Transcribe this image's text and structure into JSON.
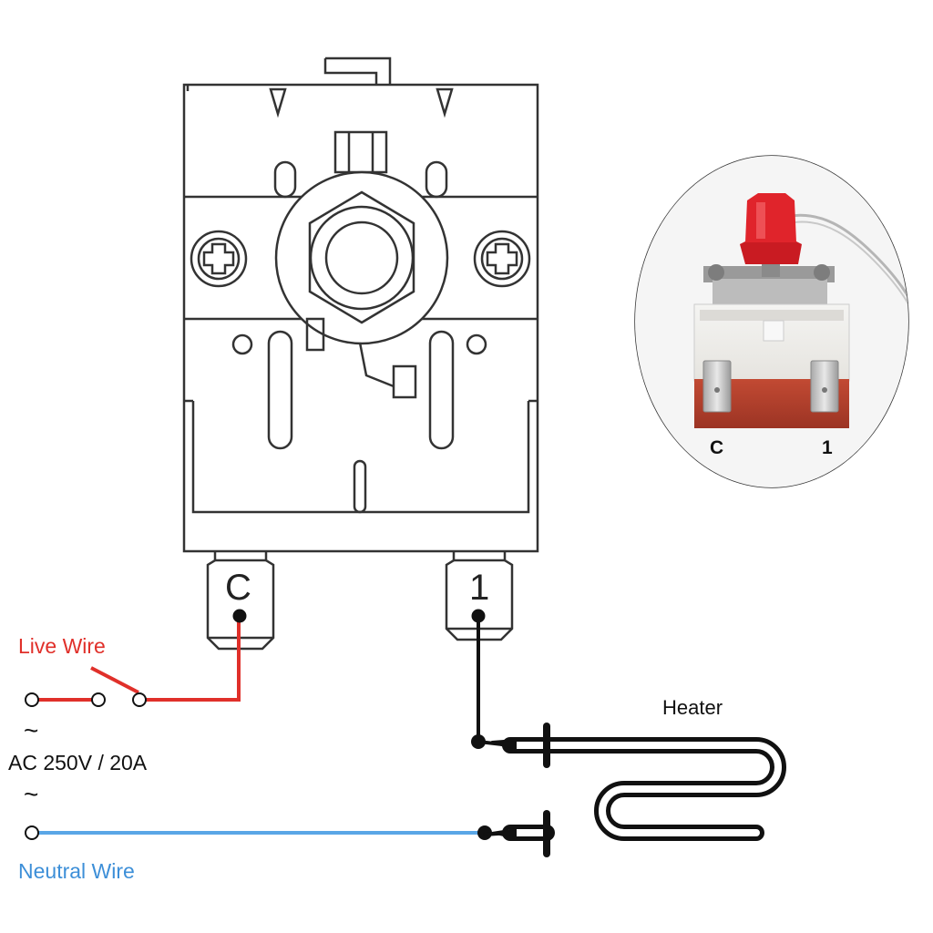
{
  "labels": {
    "live_wire": "Live Wire",
    "neutral_wire": "Neutral Wire",
    "supply": "AC 250V / 20A",
    "supply_symbol": "~",
    "heater": "Heater",
    "terminal_c": "C",
    "terminal_1": "1",
    "photo_terminal_c": "C",
    "photo_terminal_1": "1"
  },
  "colors": {
    "live_wire": "#e0302a",
    "neutral_wire": "#5aa6e6",
    "load_wire": "#111111",
    "outline": "#333333",
    "knob": "#d81f26",
    "housing_base": "#b8432e"
  },
  "icons": [
    "screw-icon",
    "switch-symbol",
    "heater-element-icon"
  ]
}
